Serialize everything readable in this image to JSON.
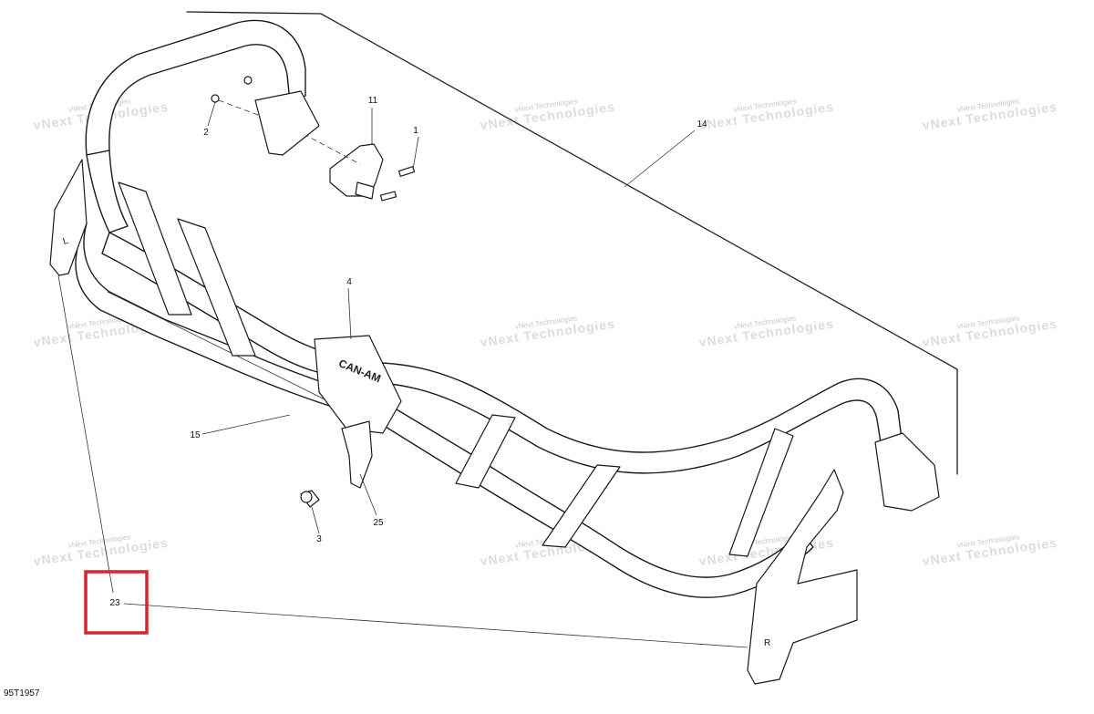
{
  "diagram": {
    "doc_id": "95T1957",
    "callouts": [
      "1",
      "2",
      "3",
      "4",
      "11",
      "14",
      "15",
      "23",
      "25"
    ],
    "highlighted_callout": "23",
    "highlight_color": "#d7262b",
    "watermark": {
      "line1": "vNext Technologies",
      "line2": "vNext Technologies"
    },
    "marks": {
      "left_bracket": "L",
      "right_bracket": "R",
      "brand_plate": "CAN-AM"
    }
  }
}
